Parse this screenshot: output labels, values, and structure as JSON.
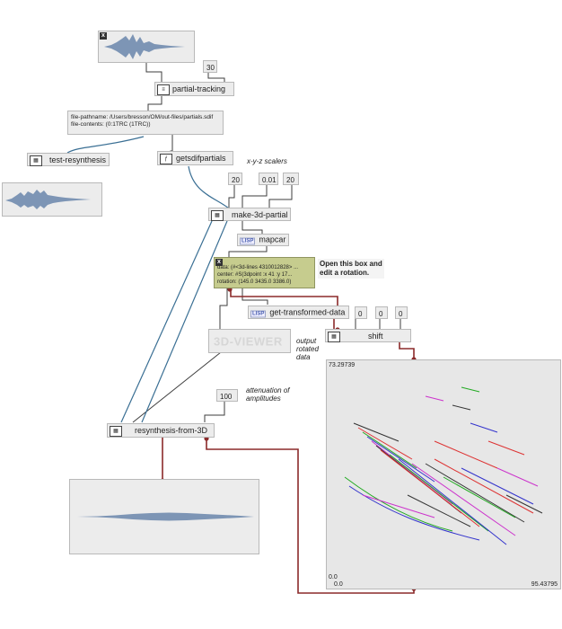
{
  "nodes": {
    "partial_tracking": {
      "label": "partial-tracking"
    },
    "file_box": {
      "pathname": "file-pathname: /Users/bresson/OM/out-files/partials.sdif",
      "contents": "file-contents: (0:1TRC (1TRC))"
    },
    "test_resynthesis": {
      "label": "test-resynthesis"
    },
    "getsdifpartials": {
      "label": "getsdifpartials"
    },
    "make_3d_partial": {
      "label": "make-3d-partial"
    },
    "mapcar": {
      "label": "mapcar",
      "tag": "LISP"
    },
    "get_transformed_data": {
      "label": "get-transformed-data",
      "tag": "LISP"
    },
    "shift": {
      "label": "shift"
    },
    "viewer": {
      "label": "3D-VIEWER"
    },
    "resynthesis_from_3d": {
      "label": "resynthesis-from-3D"
    },
    "data_box": {
      "line1": "data: (#<3d-lines 4310012828> ...",
      "line2": "center: #S(3dpoint :x 41 :y 17...",
      "line3": "rotation: (145.0 3435.0 3386.0)"
    }
  },
  "values": {
    "window": "30",
    "scale_x": "20",
    "scale_y": "0.01",
    "scale_z": "20",
    "shift_x": "0",
    "shift_y": "0",
    "shift_z": "0",
    "attenuation": "100"
  },
  "comments": {
    "scalers": "x-y-z scalers",
    "open_box_1": "Open this box and",
    "open_box_2": "edit a rotation.",
    "output_1": "output",
    "output_2": "rotated",
    "output_3": "data",
    "atten_1": "attenuation of",
    "atten_2": "amplitudes"
  },
  "plot": {
    "y_max": "73.29739",
    "y_min": "0.0",
    "x_min": "0.0",
    "x_max": "95.43795"
  },
  "colors": {
    "connection": "#3e3e3e",
    "blue_connection": "#3a6f94",
    "red_connection": "#8b2a2a",
    "waveform": "#7d95b5",
    "data_box_bg": "#c6cc8e"
  },
  "icons": {
    "close": "close-icon",
    "grid": "grid-icon",
    "function": "function-icon"
  }
}
